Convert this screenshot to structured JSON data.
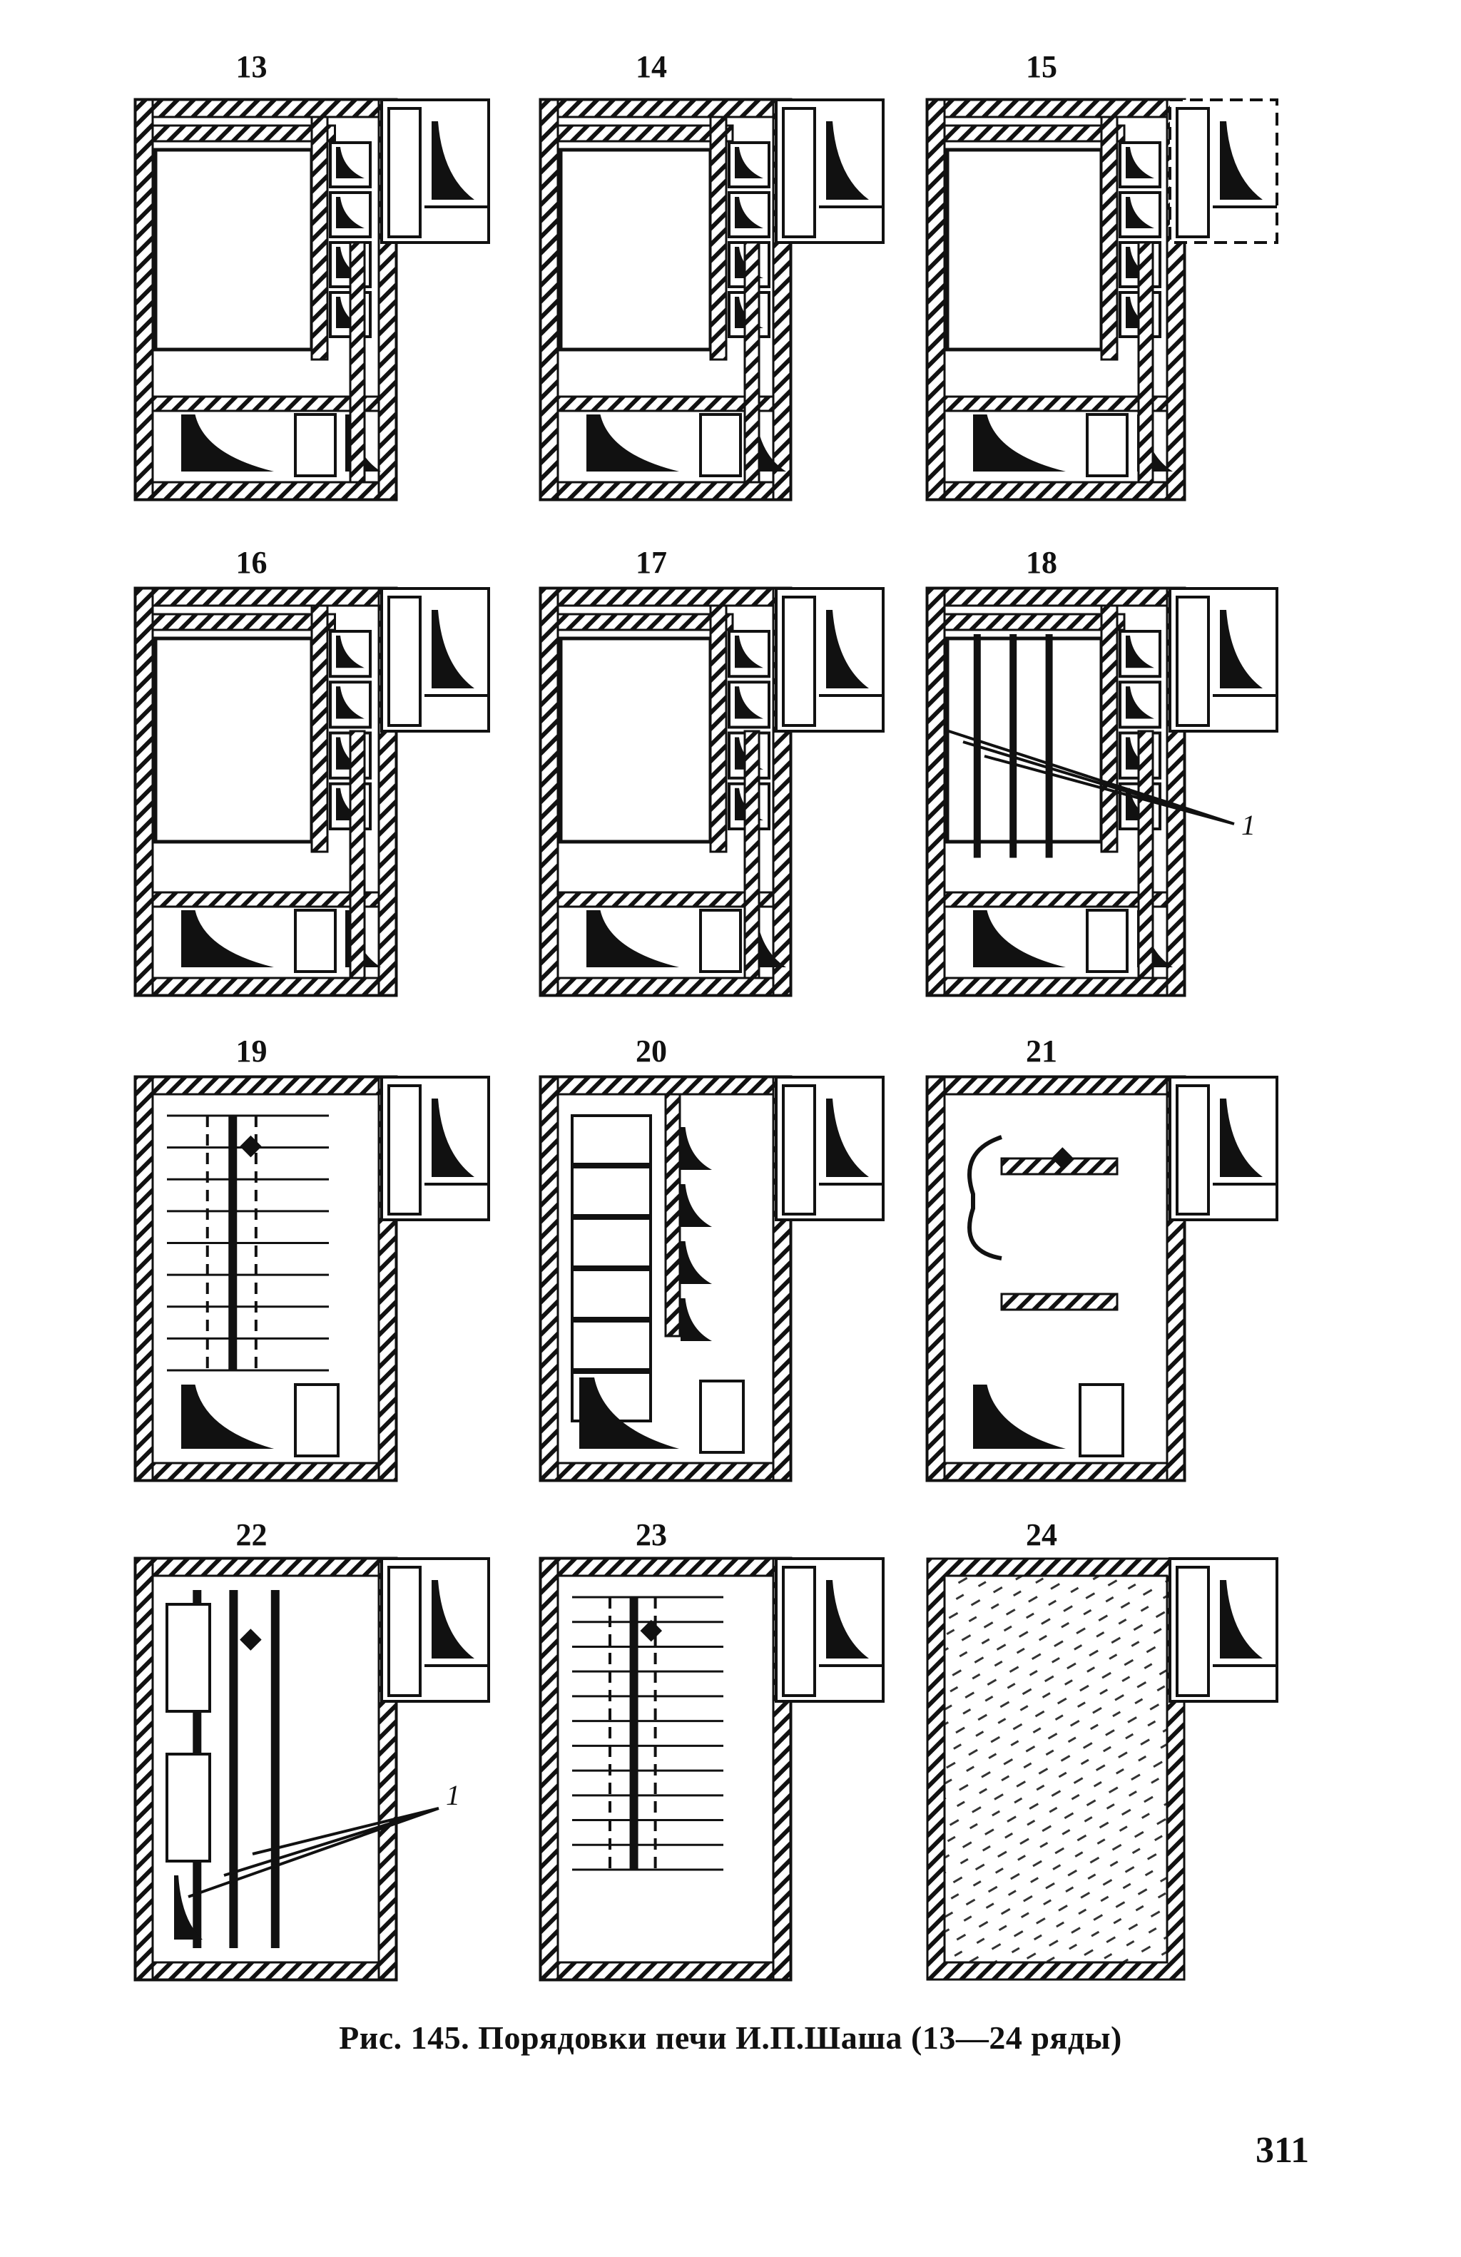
{
  "figure": {
    "panels": [
      {
        "label": "13",
        "variant": "firebox-channels"
      },
      {
        "label": "14",
        "variant": "firebox-channels"
      },
      {
        "label": "15",
        "variant": "firebox-channels-dashed"
      },
      {
        "label": "16",
        "variant": "firebox-channels"
      },
      {
        "label": "17",
        "variant": "firebox-channels"
      },
      {
        "label": "18",
        "variant": "firebox-bars"
      },
      {
        "label": "19",
        "variant": "grid-dashed"
      },
      {
        "label": "20",
        "variant": "brick-rows"
      },
      {
        "label": "21",
        "variant": "serpentine"
      },
      {
        "label": "22",
        "variant": "bars-lower"
      },
      {
        "label": "23",
        "variant": "overlap-grid"
      },
      {
        "label": "24",
        "variant": "solid-top"
      }
    ],
    "callouts": [
      {
        "panel": "18",
        "text": "1"
      },
      {
        "panel": "22",
        "text": "1"
      }
    ]
  },
  "caption": "Рис. 145. Порядовки печи И.П.Шаша (13—24 ряды)",
  "page_number": "311"
}
